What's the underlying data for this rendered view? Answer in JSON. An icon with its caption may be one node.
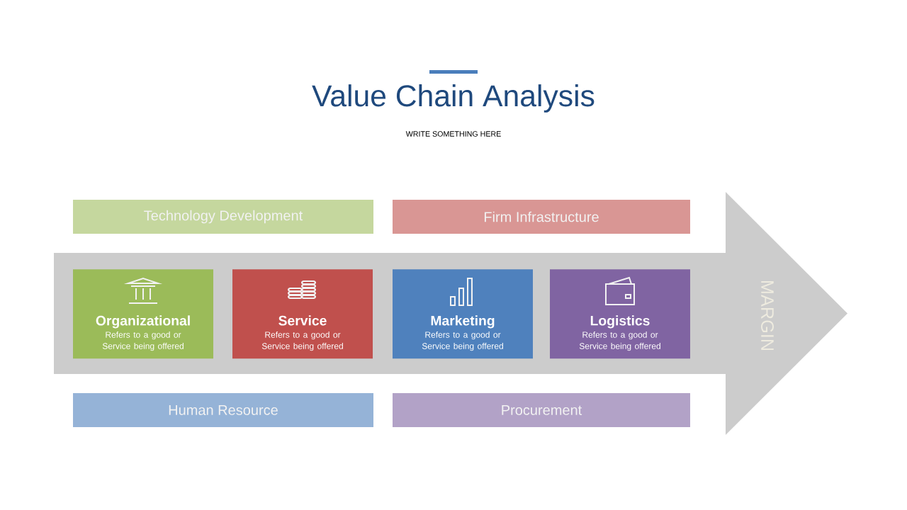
{
  "diagram": {
    "title": "Value Chain Analysis",
    "nodes": [
      {
        "text": [
          "Technology Development"
        ]
      },
      {
        "text": [
          "Firm Infrastructure"
        ]
      },
      {
        "text": [
          "MARGIN"
        ]
      },
      {
        "text": [
          "Organizational",
          "Refers to a good or Service being offered"
        ],
        "in": 2
      },
      {
        "text": [
          "Service",
          "Refers to a good or Service being offered"
        ],
        "in": 2
      },
      {
        "text": [
          "Marketing",
          "Refers to a good or Service being offered"
        ],
        "in": 2
      },
      {
        "text": [
          "Logistics",
          "Refers to a good or Service being offered"
        ],
        "in": 2
      },
      {
        "text": [
          "Human Resource"
        ]
      },
      {
        "text": [
          "Procurement"
        ]
      }
    ],
    "labels": [
      "WRITE SOMETHING HERE"
    ]
  }
}
